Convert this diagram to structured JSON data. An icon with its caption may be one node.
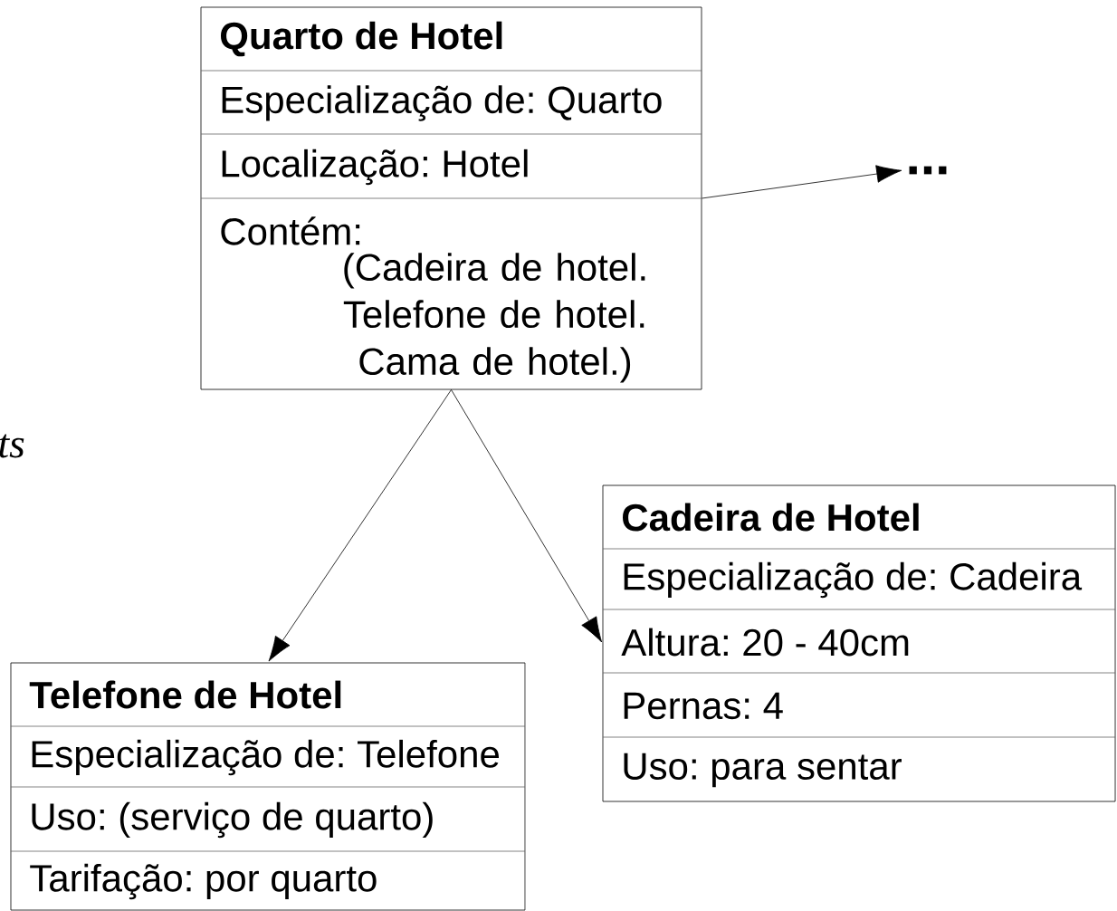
{
  "diagram": {
    "nodes": [
      {
        "text": [
          "Quarto de Hotel",
          "Especialização de: Quarto",
          "Localização: Hotel",
          "Contém:",
          "(Cadeira de hotel. Telefone de hotel. Cama de hotel.)"
        ]
      },
      {
        "text": [
          "..."
        ]
      },
      {
        "text": [
          "Cadeira de Hotel",
          "Especialização de: Cadeira",
          "Altura: 20 - 40cm",
          "Pernas: 4",
          "Uso: para sentar"
        ]
      },
      {
        "text": [
          "Telefone de Hotel",
          "Especialização de: Telefone",
          "Uso: (serviço de quarto)",
          "Tarifação: por quarto"
        ]
      }
    ],
    "edges": [
      {
        "from": 0,
        "to": 1,
        "arrow": "to"
      },
      {
        "from": 0,
        "to": 3,
        "arrow": "to"
      },
      {
        "from": 0,
        "to": 2,
        "arrow": "to"
      }
    ],
    "labels": [
      "ts"
    ]
  }
}
